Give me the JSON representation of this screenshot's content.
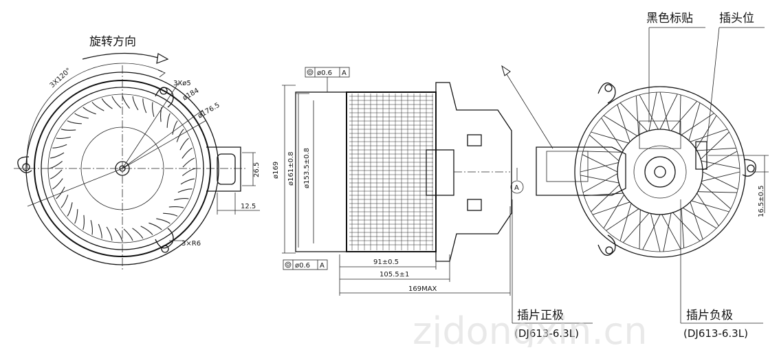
{
  "labels": {
    "rotation_direction": "旋转方向",
    "black_label": "黑色标贴",
    "plug_position": "插头位",
    "terminal_positive": "插片正极",
    "terminal_positive_spec": "(DJ613-6.3L)",
    "terminal_negative": "插片负极",
    "terminal_negative_spec": "(DJ613-6.3L)",
    "datum": "A"
  },
  "dimensions": {
    "angle": "3X120°",
    "holes": "3Xø5",
    "d184": "ø184",
    "d176": "ø176.5",
    "radius": "3×R6",
    "h26": "26.5",
    "w12": "12.5",
    "d169": "ø169",
    "d161": "ø161±0.8",
    "d153": "ø153.5±0.8",
    "tol_top": "ø0.6",
    "tol_top_datum": "A",
    "tol_bottom": "ø0.6",
    "tol_bottom_datum": "A",
    "l91": "91±0.5",
    "l105": "105.5±1",
    "l169": "169MAX",
    "h16": "16.5±0.5"
  },
  "watermark": "zjdongxin.cn"
}
